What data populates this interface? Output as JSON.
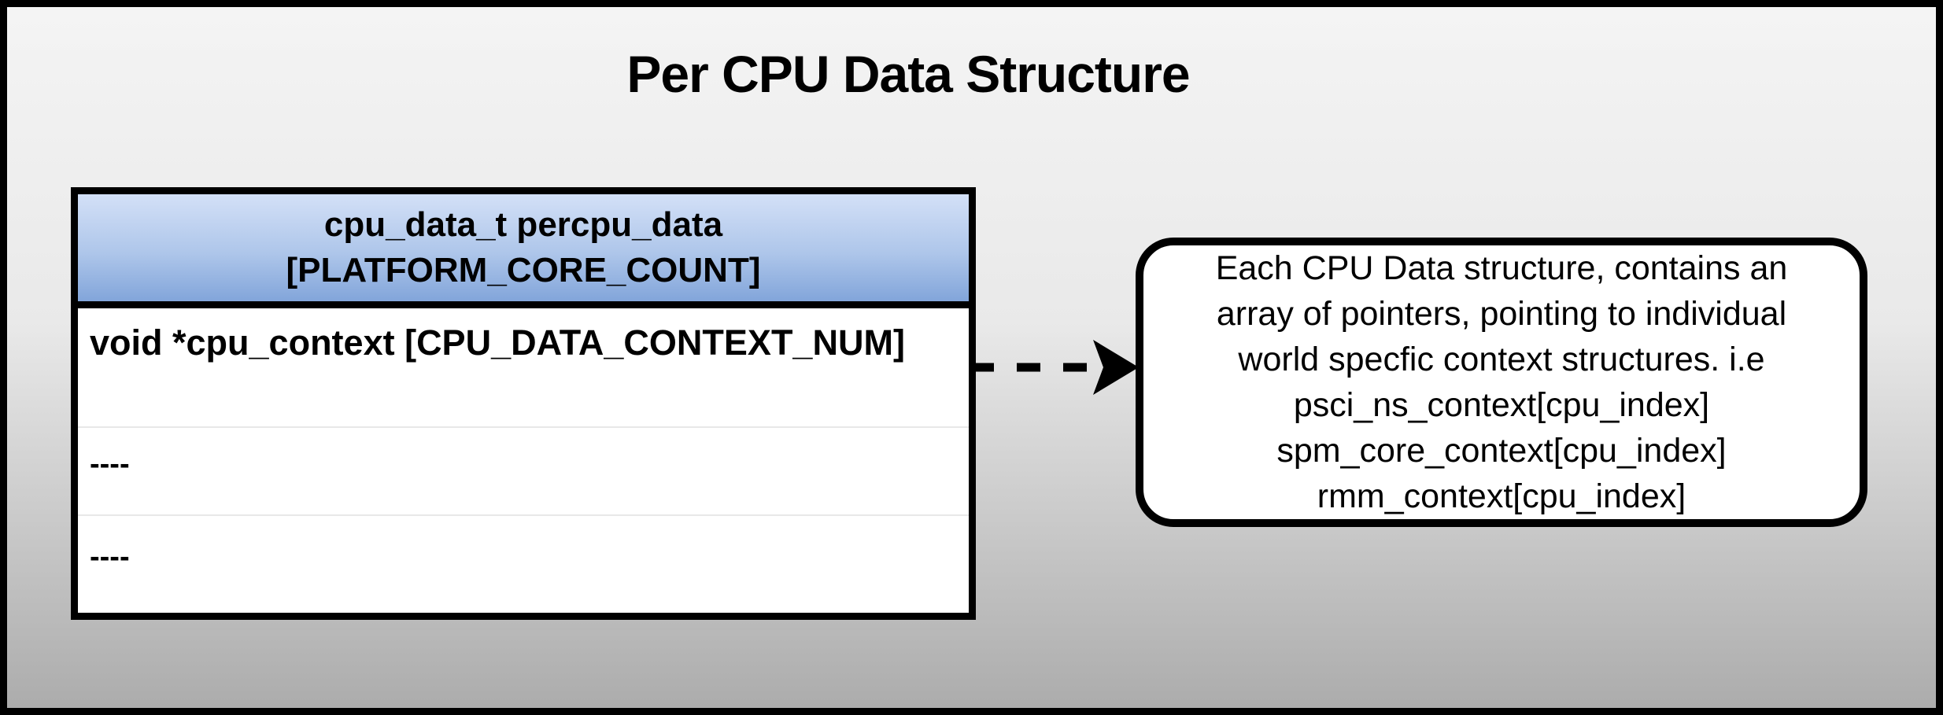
{
  "page": {
    "title": "Per CPU Data Structure",
    "background_top_color": "#f4f4f4",
    "background_bottom_color": "#acacac",
    "border_color": "#000000"
  },
  "table": {
    "header": {
      "line1": "cpu_data_t percpu_data",
      "line2": "[PLATFORM_CORE_COUNT]",
      "gradient_top_color": "#d3e0f7",
      "gradient_bottom_color": "#82a5da"
    },
    "rows": [
      {
        "label": "void *cpu_context [CPU_DATA_CONTEXT_NUM]"
      },
      {
        "label": "----"
      },
      {
        "label": "----"
      }
    ]
  },
  "arrow": {
    "style": "dashed",
    "direction": "right",
    "color": "#000000"
  },
  "note": {
    "lines": [
      "Each CPU Data structure, contains an",
      "array of pointers, pointing to individual",
      "world specfic context structures. i.e",
      "psci_ns_context[cpu_index]",
      "spm_core_context[cpu_index]",
      "rmm_context[cpu_index]"
    ]
  }
}
